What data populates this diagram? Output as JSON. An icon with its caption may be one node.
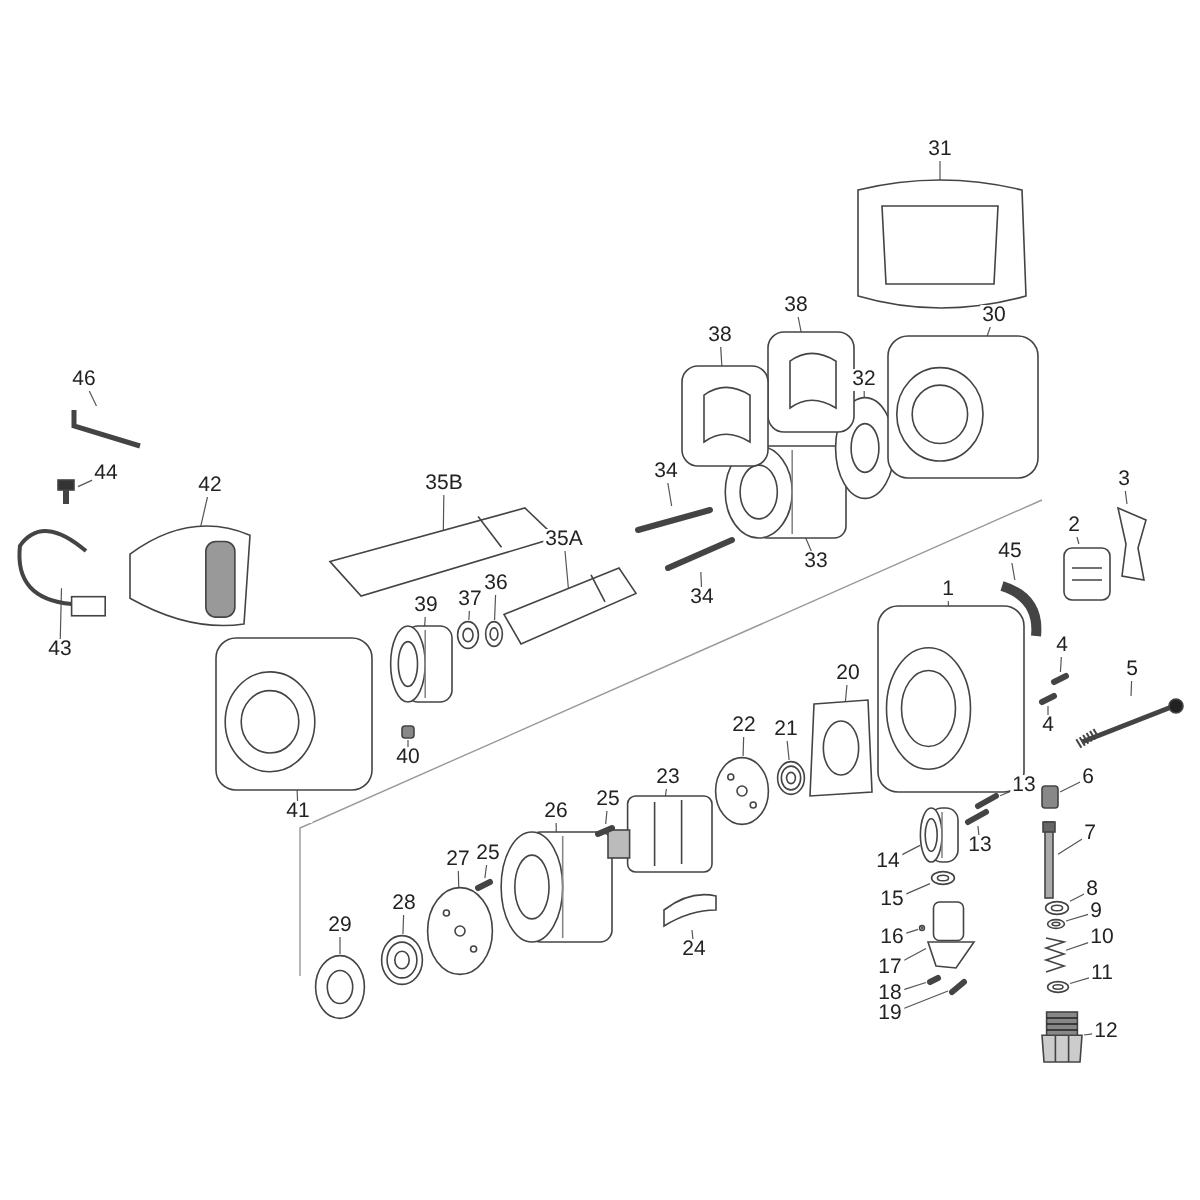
{
  "diagram": {
    "nodes": [
      {
        "text": [
          "31"
        ]
      },
      {
        "text": [],
        "shape": "picture"
      },
      {
        "text": [
          "38"
        ]
      },
      {
        "text": [],
        "shape": "picture"
      },
      {
        "text": [
          "38"
        ]
      },
      {
        "text": [],
        "shape": "picture"
      },
      {
        "text": [
          "30"
        ]
      },
      {
        "text": [],
        "shape": "picture"
      },
      {
        "text": [
          "46"
        ]
      },
      {
        "text": [],
        "shape": "picture"
      },
      {
        "text": [
          "44"
        ]
      },
      {
        "text": [],
        "shape": "picture"
      },
      {
        "text": [
          "42"
        ]
      },
      {
        "text": [],
        "shape": "picture"
      },
      {
        "text": [
          "43"
        ]
      },
      {
        "text": [],
        "shape": "picture"
      },
      {
        "text": [
          "32"
        ]
      },
      {
        "text": [],
        "shape": "circle"
      },
      {
        "text": [
          "3"
        ]
      },
      {
        "text": [],
        "shape": "picture"
      },
      {
        "text": [
          "35B"
        ]
      },
      {
        "text": [],
        "shape": "picture"
      },
      {
        "text": [
          "34"
        ]
      },
      {
        "text": [],
        "shape": "picture"
      },
      {
        "text": [
          "35A"
        ]
      },
      {
        "text": [],
        "shape": "picture"
      },
      {
        "text": [
          "2"
        ]
      },
      {
        "text": [],
        "shape": "picture"
      },
      {
        "text": [
          "34"
        ]
      },
      {
        "text": [],
        "shape": "picture"
      },
      {
        "text": [
          "33"
        ]
      },
      {
        "text": [],
        "shape": "cylinder"
      },
      {
        "text": [
          "45"
        ]
      },
      {
        "text": [],
        "shape": "picture"
      },
      {
        "text": [
          "1"
        ]
      },
      {
        "text": [],
        "shape": "picture"
      },
      {
        "text": [
          "36"
        ]
      },
      {
        "text": [],
        "shape": "picture"
      },
      {
        "text": [
          "37"
        ]
      },
      {
        "text": [],
        "shape": "picture"
      },
      {
        "text": [
          "39"
        ]
      },
      {
        "text": [],
        "shape": "cylinder"
      },
      {
        "text": [
          "4"
        ]
      },
      {
        "text": [],
        "shape": "picture"
      },
      {
        "text": [
          "5"
        ]
      },
      {
        "text": [],
        "shape": "picture"
      },
      {
        "text": [
          "20"
        ]
      },
      {
        "text": [],
        "shape": "picture"
      },
      {
        "text": [
          "4"
        ]
      },
      {
        "text": [],
        "shape": "picture"
      },
      {
        "text": [
          "22"
        ]
      },
      {
        "text": [],
        "shape": "picture"
      },
      {
        "text": [
          "21"
        ]
      },
      {
        "text": [],
        "shape": "picture"
      },
      {
        "text": [
          "40"
        ]
      },
      {
        "text": [],
        "shape": "box"
      },
      {
        "text": [
          "41"
        ]
      },
      {
        "text": [],
        "shape": "picture"
      },
      {
        "text": [
          "25"
        ]
      },
      {
        "text": [],
        "shape": "picture"
      },
      {
        "text": [
          "23"
        ]
      },
      {
        "text": [],
        "shape": "picture"
      },
      {
        "text": [
          "26"
        ]
      },
      {
        "text": [],
        "shape": "cylinder"
      },
      {
        "text": [
          "6"
        ]
      },
      {
        "text": [],
        "shape": "box"
      },
      {
        "text": [
          "13"
        ]
      },
      {
        "text": [],
        "shape": "picture"
      },
      {
        "text": [
          "7"
        ]
      },
      {
        "text": [],
        "shape": "bar"
      },
      {
        "text": [
          "13"
        ]
      },
      {
        "text": [],
        "shape": "picture"
      },
      {
        "text": [
          "25"
        ]
      },
      {
        "text": [],
        "shape": "picture"
      },
      {
        "text": [
          "27"
        ]
      },
      {
        "text": [],
        "shape": "picture"
      },
      {
        "text": [
          "14"
        ]
      },
      {
        "text": [],
        "shape": "cylinder"
      },
      {
        "text": [
          "28"
        ]
      },
      {
        "text": [],
        "shape": "picture"
      },
      {
        "text": [
          "8"
        ]
      },
      {
        "text": [],
        "shape": "picture"
      },
      {
        "text": [
          "9"
        ]
      },
      {
        "text": [],
        "shape": "picture"
      },
      {
        "text": [
          "15"
        ]
      },
      {
        "text": [],
        "shape": "picture"
      },
      {
        "text": [
          "29"
        ]
      },
      {
        "text": [],
        "shape": "picture"
      },
      {
        "text": [
          "16"
        ]
      },
      {
        "text": [],
        "shape": "circle"
      },
      {
        "text": [
          "10"
        ]
      },
      {
        "text": [],
        "shape": "picture"
      },
      {
        "text": [
          "24"
        ]
      },
      {
        "text": [],
        "shape": "picture"
      },
      {
        "text": [
          "17"
        ]
      },
      {
        "text": [],
        "shape": "picture"
      },
      {
        "text": [
          "11"
        ]
      },
      {
        "text": [],
        "shape": "picture"
      },
      {
        "text": [
          "18"
        ]
      },
      {
        "text": [],
        "shape": "picture"
      },
      {
        "text": [
          "19"
        ]
      },
      {
        "text": [],
        "shape": "picture"
      },
      {
        "text": [
          "12"
        ]
      },
      {
        "text": [],
        "shape": "picture"
      }
    ],
    "edges": [
      {
        "from": 0,
        "to": 1,
        "arrow": "none"
      },
      {
        "from": 2,
        "to": 3,
        "arrow": "none"
      },
      {
        "from": 4,
        "to": 5,
        "arrow": "none"
      },
      {
        "from": 6,
        "to": 7,
        "arrow": "none"
      },
      {
        "from": 8,
        "to": 9,
        "arrow": "none"
      },
      {
        "from": 10,
        "to": 11,
        "arrow": "none"
      },
      {
        "from": 12,
        "to": 13,
        "arrow": "none"
      },
      {
        "from": 14,
        "to": 15,
        "arrow": "none"
      },
      {
        "from": 16,
        "to": 17,
        "arrow": "none"
      },
      {
        "from": 18,
        "to": 19,
        "arrow": "none"
      },
      {
        "from": 20,
        "to": 21,
        "arrow": "none"
      },
      {
        "from": 22,
        "to": 23,
        "arrow": "none"
      },
      {
        "from": 24,
        "to": 25,
        "arrow": "none"
      },
      {
        "from": 26,
        "to": 27,
        "arrow": "none"
      },
      {
        "from": 28,
        "to": 29,
        "arrow": "none"
      },
      {
        "from": 30,
        "to": 31,
        "arrow": "none"
      },
      {
        "from": 32,
        "to": 33,
        "arrow": "none"
      },
      {
        "from": 34,
        "to": 35,
        "arrow": "none"
      },
      {
        "from": 36,
        "to": 37,
        "arrow": "none"
      },
      {
        "from": 38,
        "to": 39,
        "arrow": "none"
      },
      {
        "from": 40,
        "to": 41,
        "arrow": "none"
      },
      {
        "from": 42,
        "to": 43,
        "arrow": "none"
      },
      {
        "from": 44,
        "to": 45,
        "arrow": "none"
      },
      {
        "from": 46,
        "to": 47,
        "arrow": "none"
      },
      {
        "from": 48,
        "to": 49,
        "arrow": "none"
      },
      {
        "from": 50,
        "to": 51,
        "arrow": "none"
      },
      {
        "from": 52,
        "to": 53,
        "arrow": "none"
      },
      {
        "from": 54,
        "to": 55,
        "arrow": "none"
      },
      {
        "from": 56,
        "to": 57,
        "arrow": "none"
      },
      {
        "from": 58,
        "to": 59,
        "arrow": "none"
      },
      {
        "from": 60,
        "to": 61,
        "arrow": "none"
      },
      {
        "from": 62,
        "to": 63,
        "arrow": "none"
      },
      {
        "from": 64,
        "to": 65,
        "arrow": "none"
      },
      {
        "from": 66,
        "to": 67,
        "arrow": "none"
      },
      {
        "from": 68,
        "to": 69,
        "arrow": "none"
      },
      {
        "from": 70,
        "to": 71,
        "arrow": "none"
      },
      {
        "from": 72,
        "to": 73,
        "arrow": "none"
      },
      {
        "from": 74,
        "to": 75,
        "arrow": "none"
      },
      {
        "from": 76,
        "to": 77,
        "arrow": "none"
      },
      {
        "from": 78,
        "to": 79,
        "arrow": "none"
      },
      {
        "from": 80,
        "to": 81,
        "arrow": "none"
      },
      {
        "from": 82,
        "to": 83,
        "arrow": "none"
      },
      {
        "from": 84,
        "to": 85,
        "arrow": "none"
      },
      {
        "from": 86,
        "to": 87,
        "arrow": "none"
      },
      {
        "from": 88,
        "to": 89,
        "arrow": "none"
      },
      {
        "from": 90,
        "to": 91,
        "arrow": "none"
      },
      {
        "from": 92,
        "to": 93,
        "arrow": "none"
      },
      {
        "from": 94,
        "to": 95,
        "arrow": "none"
      },
      {
        "from": 96,
        "to": 97,
        "arrow": "none"
      },
      {
        "from": 98,
        "to": 99,
        "arrow": "none"
      },
      {
        "from": 100,
        "to": 101,
        "arrow": "none"
      },
      {
        "from": 102,
        "to": 103,
        "arrow": "none"
      }
    ]
  }
}
